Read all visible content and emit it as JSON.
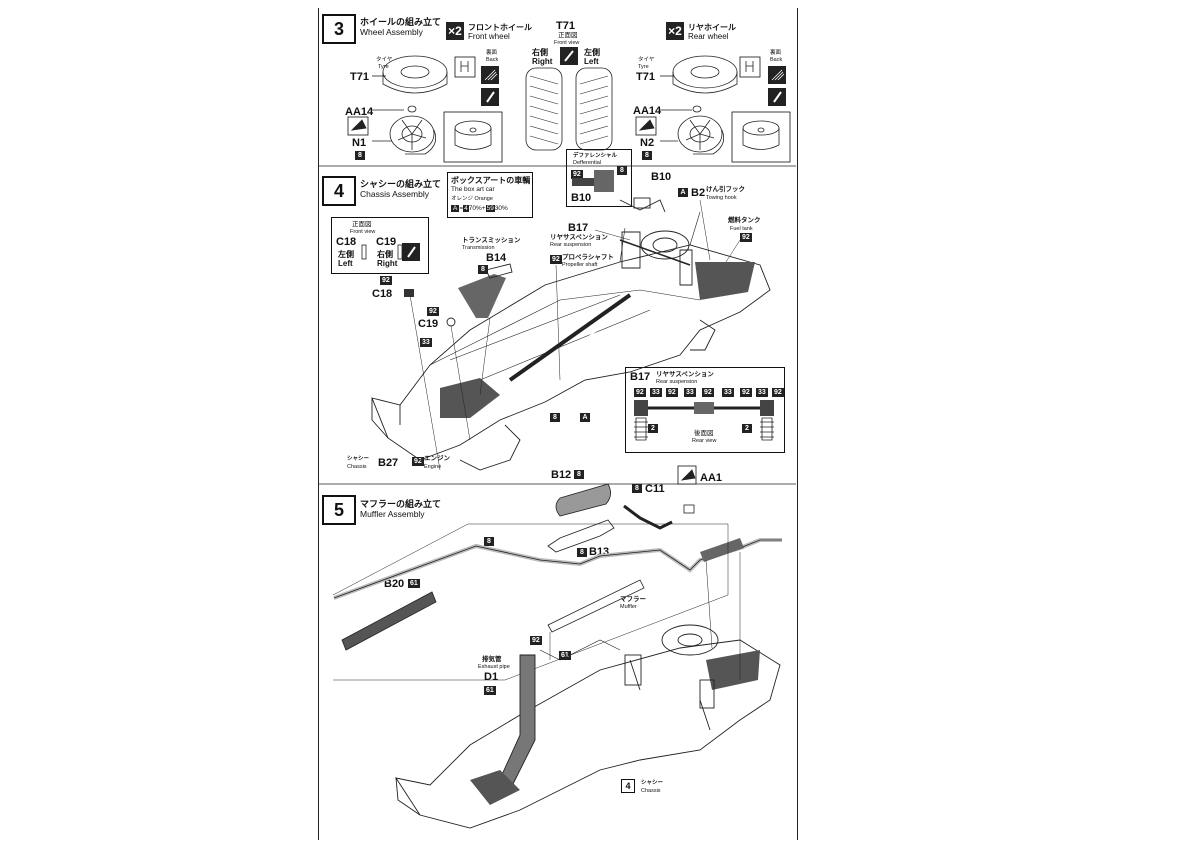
{
  "step3": {
    "number": "3",
    "title_jp": "ホイールの組み立て",
    "title_en": "Wheel Assembly",
    "front": {
      "qty": "×2",
      "label": "フロントホイール",
      "label_en": "Front wheel"
    },
    "rear": {
      "qty": "×2",
      "label": "リヤホイール",
      "label_en": "Rear wheel"
    },
    "tyre_view": {
      "part": "T71",
      "view_jp": "正面図",
      "view_en": "Front view",
      "right_jp": "右側",
      "right_en": "Right",
      "left_jp": "左側",
      "left_en": "Left"
    },
    "tyre_jp": "タイヤ",
    "tyre_en": "Tyre",
    "tyre_part": "T71",
    "back_jp": "裏面",
    "back_en": "Back",
    "aa14": "AA14",
    "wheel_front": "N1",
    "wheel_rear": "N2",
    "paint_8": "8"
  },
  "step4": {
    "number": "4",
    "title_jp": "シャシーの組み立て",
    "title_en": "Chassis Assembly",
    "boxart": {
      "title_jp": "ボックスアートの車輌",
      "title_en": "The box art car",
      "color_jp": "オレンジ",
      "color_en": "Orange",
      "mix_a": "A",
      "mix_text": "=",
      "mix_p1": "4",
      "mix_p1_pct": "70%",
      "mix_plus": "+",
      "mix_p2": "59",
      "mix_p2_pct": "30%"
    },
    "diff": {
      "jp": "デファレンシャル",
      "en": "Defferential",
      "part": "B10",
      "c92": "92",
      "c8": "8"
    },
    "b10": "B10",
    "b2": {
      "part": "B2",
      "code": "A",
      "jp": "けん引フック",
      "en": "Towing hook"
    },
    "fuel": {
      "jp": "燃料タンク",
      "en": "Fuel tank",
      "code": "92"
    },
    "b17": {
      "part": "B17",
      "jp": "リヤサスペンション",
      "en": "Rear suspension"
    },
    "prop": {
      "jp": "プロペラシャフト",
      "en": "Propeller shaft",
      "code": "92"
    },
    "trans": {
      "jp": "トランスミッション",
      "en": "Transmission",
      "part": "B14",
      "code": "8"
    },
    "frontview": {
      "view_jp": "正面図",
      "view_en": "Front view",
      "c18": "C18",
      "c19": "C19",
      "left_jp": "左側",
      "left_en": "Left",
      "right_jp": "右側",
      "right_en": "Right"
    },
    "c18": "C18",
    "c19": "C19",
    "c92a": "92",
    "c92b": "92",
    "c33": "33",
    "chassis": {
      "jp": "シャシー",
      "en": "Chassis",
      "part": "B27"
    },
    "engine": {
      "jp": "エンジン",
      "en": "Engine",
      "code": "92"
    },
    "code8": "8",
    "codeA": "A",
    "rear_detail": {
      "part": "B17",
      "jp": "リヤサスペンション",
      "en": "Rear suspension",
      "codes": [
        "92",
        "33",
        "92",
        "33",
        "92",
        "33",
        "92",
        "33",
        "92"
      ],
      "code2a": "2",
      "code2b": "2",
      "view_jp": "後面図",
      "view_en": "Rear view"
    }
  },
  "step5": {
    "number": "5",
    "title_jp": "マフラーの組み立て",
    "title_en": "Muffler Assembly",
    "b12": "B12",
    "b12_code": "8",
    "c11": "C11",
    "c11_code": "8",
    "aa1": "AA1",
    "b13": "B13",
    "b13_code": "8",
    "b20": "B20",
    "b20_code": "61",
    "pipe_code": "8",
    "muffler_jp": "マフラー",
    "muffler_en": "Muffler",
    "exhaust": {
      "jp": "排気管",
      "en": "Exhaust pipe",
      "part": "D1",
      "code": "61",
      "c92": "92",
      "c61": "61"
    },
    "chassis_ref": {
      "num": "4",
      "jp": "シャシー",
      "en": "Chassis"
    }
  }
}
